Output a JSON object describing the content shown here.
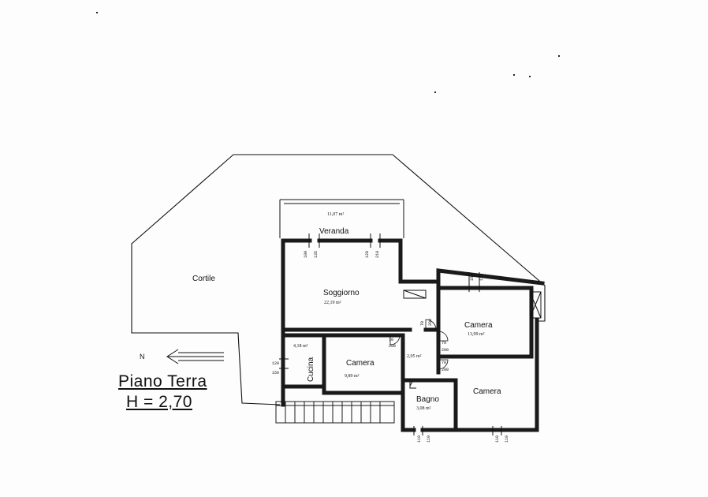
{
  "plan": {
    "title": "Piano Terra",
    "height_label": "H = 2,70",
    "north_label": "N"
  },
  "rooms": {
    "cortile": {
      "name": "Cortile"
    },
    "veranda": {
      "name": "Veranda",
      "area": "11,07 m²"
    },
    "soggiorno": {
      "name": "Soggiorno",
      "area": "22,19 m²"
    },
    "cucina": {
      "name": "Cucina",
      "area": "4,18 m²"
    },
    "camera_center": {
      "name": "Camera",
      "area": "9,89 m²"
    },
    "disimpegno": {
      "area": "2,95 m²"
    },
    "camera_upper_right": {
      "name": "Camera",
      "area": "13,99 m²"
    },
    "bagno": {
      "name": "Bagno",
      "area": "3,08 m²"
    },
    "camera_lower_right": {
      "name": "Camera"
    }
  },
  "dimensions": {
    "veranda_left_1": "100",
    "veranda_left_2": "135",
    "veranda_right_1": "120",
    "veranda_right_2": "210",
    "top_right_1": "160",
    "top_right_2": "110",
    "cucina_1": "120",
    "cucina_2": "150",
    "door_1": "70",
    "door_2": "200",
    "door_3": "70",
    "door_4": "200",
    "door_5": "70",
    "door_6": "200",
    "door_7": "70",
    "door_8": "200",
    "bottom_left_1": "110",
    "bottom_left_2": "110",
    "bottom_right_1": "110",
    "bottom_right_2": "110"
  }
}
